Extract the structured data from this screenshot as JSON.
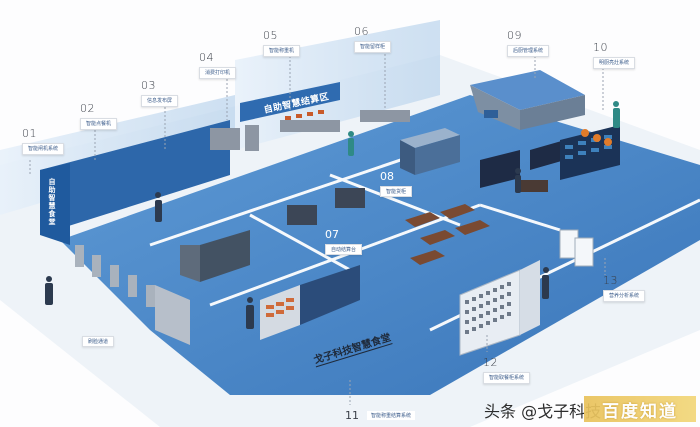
{
  "diagram": {
    "title": "戈子科技智慧食堂",
    "zone_banner": "自助智慧结算区",
    "entrance_sign": "自助智慧食堂",
    "callouts": [
      {
        "id": "01",
        "label": "智能闸机系统"
      },
      {
        "id": "02",
        "label": "智能点餐机"
      },
      {
        "id": "03",
        "label": "信息发布屏"
      },
      {
        "id": "04",
        "label": "消费打印机"
      },
      {
        "id": "05",
        "label": "智能称重机"
      },
      {
        "id": "06",
        "label": "智能留样柜"
      },
      {
        "id": "07",
        "label": "自动结算台"
      },
      {
        "id": "08",
        "label": "智能货柜"
      },
      {
        "id": "09",
        "label": "后厨管理系统"
      },
      {
        "id": "10",
        "label": "明厨亮灶系统"
      },
      {
        "id": "11",
        "label": "智能称重结算系统"
      },
      {
        "id": "12",
        "label": "智能取餐柜系统"
      },
      {
        "id": "13",
        "label": "营养分析系统"
      }
    ],
    "entrance_label": "刷脸通道"
  },
  "watermark": {
    "text": "头条 @戈子科技",
    "logo": "百度知道"
  },
  "colors": {
    "floor_blue": "#3f7fc4",
    "floor_light": "#6aa5dd",
    "wall_blue": "#2f6bb0",
    "line_white": "#ffffff",
    "label_text": "#3a5b8a",
    "baidu_gold": "#e9c25b"
  }
}
